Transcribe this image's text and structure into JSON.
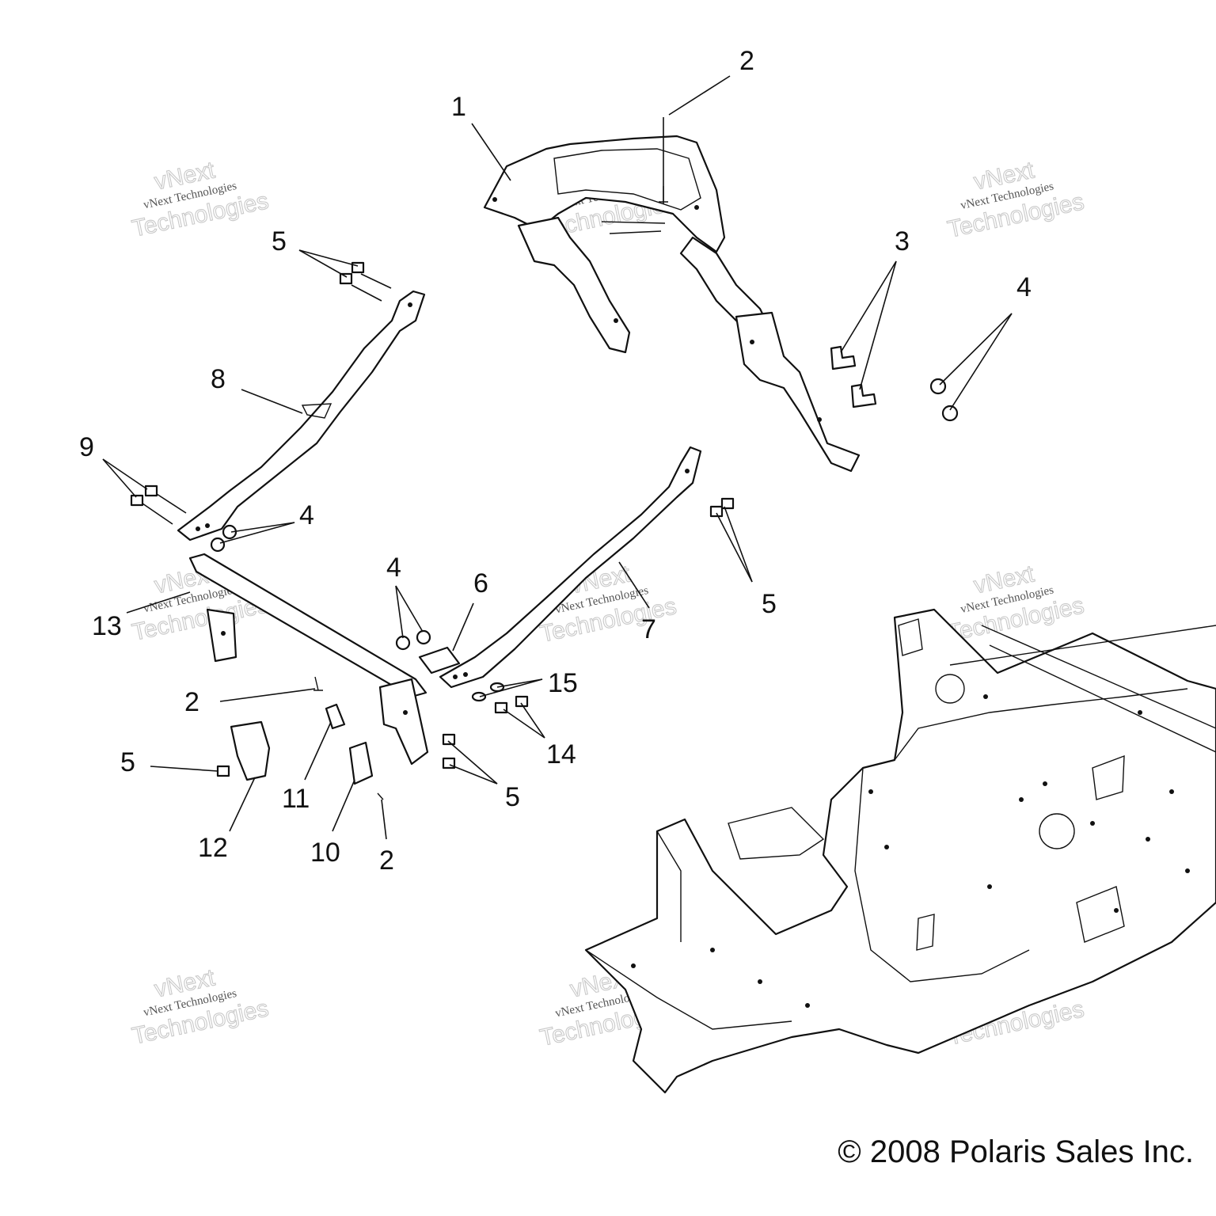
{
  "watermark": {
    "line_big": "vNext",
    "line_mid": "vNext Technologies",
    "line_low": "Technologies"
  },
  "callouts": [
    {
      "id": "c1",
      "label": "1"
    },
    {
      "id": "c2a",
      "label": "2"
    },
    {
      "id": "c2b",
      "label": "2"
    },
    {
      "id": "c2c",
      "label": "2"
    },
    {
      "id": "c3",
      "label": "3"
    },
    {
      "id": "c4a",
      "label": "4"
    },
    {
      "id": "c4b",
      "label": "4"
    },
    {
      "id": "c4c",
      "label": "4"
    },
    {
      "id": "c5a",
      "label": "5"
    },
    {
      "id": "c5b",
      "label": "5"
    },
    {
      "id": "c5c",
      "label": "5"
    },
    {
      "id": "c5d",
      "label": "5"
    },
    {
      "id": "c6",
      "label": "6"
    },
    {
      "id": "c7",
      "label": "7"
    },
    {
      "id": "c8",
      "label": "8"
    },
    {
      "id": "c9",
      "label": "9"
    },
    {
      "id": "c10",
      "label": "10"
    },
    {
      "id": "c11",
      "label": "11"
    },
    {
      "id": "c12",
      "label": "12"
    },
    {
      "id": "c13",
      "label": "13"
    },
    {
      "id": "c14",
      "label": "14"
    },
    {
      "id": "c15",
      "label": "15"
    }
  ],
  "copyright": "© 2008 Polaris Sales Inc."
}
